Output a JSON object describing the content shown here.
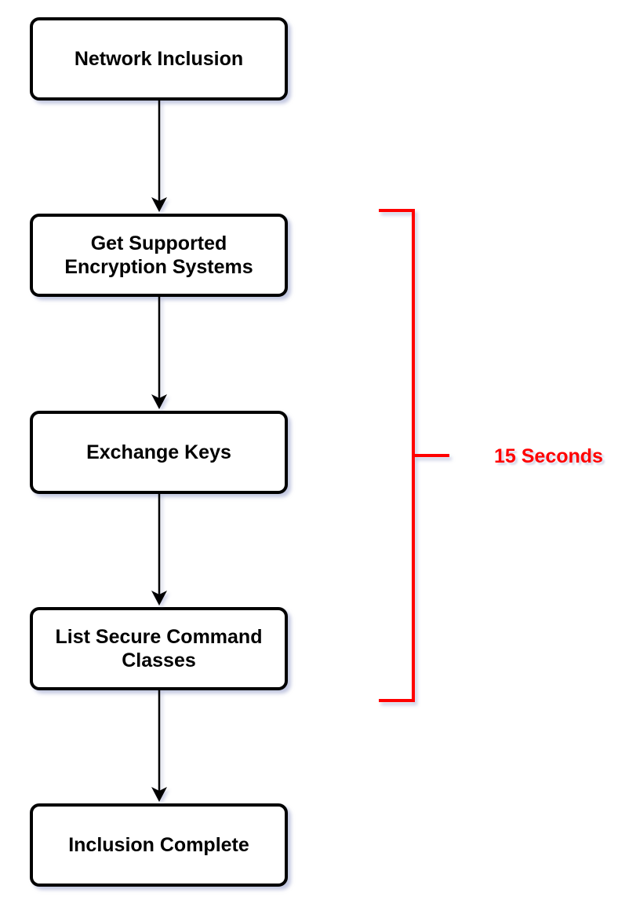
{
  "diagram": {
    "type": "flowchart",
    "direction": "top-down",
    "nodes": [
      {
        "id": "network-inclusion",
        "label": "Network Inclusion"
      },
      {
        "id": "get-supported-encryption-systems",
        "label": "Get Supported Encryption Systems"
      },
      {
        "id": "exchange-keys",
        "label": "Exchange Keys"
      },
      {
        "id": "list-secure-command-classes",
        "label": "List Secure Command Classes"
      },
      {
        "id": "inclusion-complete",
        "label": "Inclusion Complete"
      }
    ],
    "edges": [
      {
        "from": "network-inclusion",
        "to": "get-supported-encryption-systems"
      },
      {
        "from": "get-supported-encryption-systems",
        "to": "exchange-keys"
      },
      {
        "from": "exchange-keys",
        "to": "list-secure-command-classes"
      },
      {
        "from": "list-secure-command-classes",
        "to": "inclusion-complete"
      }
    ],
    "annotation": {
      "label": "15 Seconds",
      "spans_nodes": [
        "get-supported-encryption-systems",
        "exchange-keys",
        "list-secure-command-classes"
      ]
    }
  },
  "colors": {
    "background": "#ffffff",
    "node_fill": "#ffffff",
    "node_border": "#000000",
    "node_text": "#000000",
    "edge": "#000000",
    "annotation": "#ff0000",
    "shadow": "#929bc9"
  }
}
